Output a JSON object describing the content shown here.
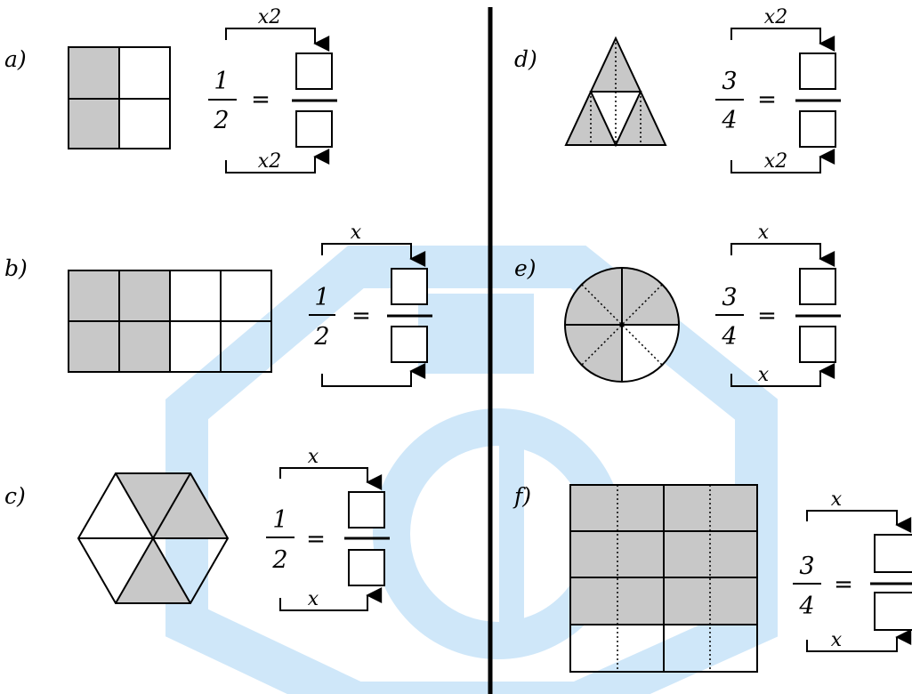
{
  "colors": {
    "shade": "#c8c8c8",
    "ink": "#000000",
    "watermark": "#cfe7f9"
  },
  "exercises": {
    "a": {
      "label": "a)",
      "numerator": "1",
      "denominator": "2",
      "eq": "=",
      "top_mult": "x2",
      "bottom_mult": "x2",
      "shape": "square-2x2",
      "shaded_fraction": "2/4"
    },
    "b": {
      "label": "b)",
      "numerator": "1",
      "denominator": "2",
      "eq": "=",
      "top_mult": "x",
      "bottom_mult": "",
      "shape": "rectangle-4x2",
      "shaded_fraction": "4/8"
    },
    "c": {
      "label": "c)",
      "numerator": "1",
      "denominator": "2",
      "eq": "=",
      "top_mult": "x",
      "bottom_mult": "x",
      "shape": "hexagon-6",
      "shaded_fraction": "3/6"
    },
    "d": {
      "label": "d)",
      "numerator": "3",
      "denominator": "4",
      "eq": "=",
      "top_mult": "x2",
      "bottom_mult": "x2",
      "shape": "triangle",
      "shaded_fraction": "3/4"
    },
    "e": {
      "label": "e)",
      "numerator": "3",
      "denominator": "4",
      "eq": "=",
      "top_mult": "x",
      "bottom_mult": "x",
      "shape": "circle-8",
      "shaded_fraction": "6/8"
    },
    "f": {
      "label": "f)",
      "numerator": "3",
      "denominator": "4",
      "eq": "=",
      "top_mult": "x",
      "bottom_mult": "x",
      "shape": "square-4x4",
      "shaded_fraction": "12/16"
    }
  }
}
